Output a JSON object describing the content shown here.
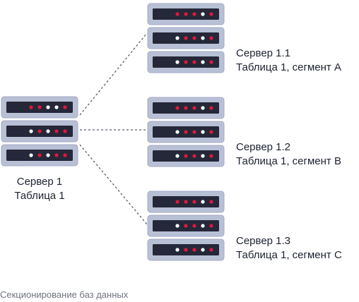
{
  "colors": {
    "unit_frame": "#b8c0d6",
    "unit_frame_edge": "#a3abc4",
    "unit_face": "#252839",
    "led_red": "#e0173d",
    "led_white": "#ffffff",
    "connector": "#5a5f6e",
    "text": "#1c2231",
    "caption": "#6f7380"
  },
  "led_legend": {
    "r": "red",
    "w": "white"
  },
  "main_server": {
    "name": "Сервер 1",
    "table": "Таблица 1",
    "units": [
      "rrwwr",
      "wrwrr",
      "wrwrr"
    ]
  },
  "servers": [
    {
      "name": "Сервер 1.1",
      "table": "Таблица 1, сегмент A",
      "units": [
        "rrrwr",
        "wrrwr",
        "wrrwr"
      ]
    },
    {
      "name": "Сервер 1.2",
      "table": "Таблица 1, сегмент B",
      "units": [
        "rrrwr",
        "wrrwr",
        "wrrwr"
      ]
    },
    {
      "name": "Сервер 1.3",
      "table": "Таблица 1, сегмент C",
      "units": [
        "rrrwr",
        "wrrwr",
        "wrrwr"
      ]
    }
  ],
  "caption": "Секционирование баз данных"
}
